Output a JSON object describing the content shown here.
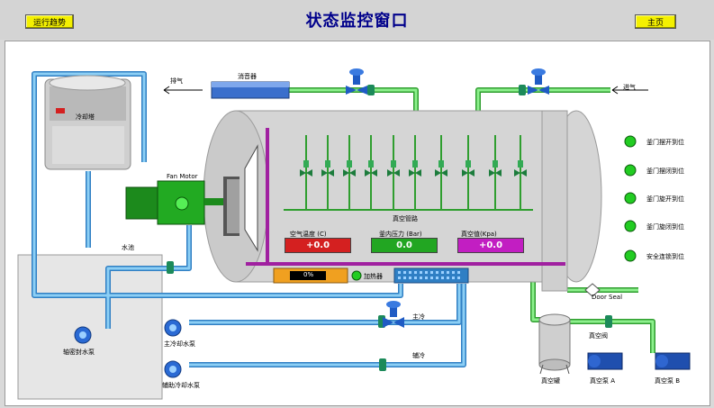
{
  "header": {
    "title": "状态监控窗口",
    "left_button": "运行趋势",
    "right_button": "主页"
  },
  "equipment": {
    "cooling_tower": "冷却塔",
    "exhaust": "排气",
    "muffler": "消音器",
    "air_in": "进气",
    "fan_motor": "Fan Motor",
    "water_pool": "水池",
    "vacuum_pipe": "真空管路",
    "heater": "加热器",
    "door_seal": "Door Seal",
    "main_cooling": "主冷",
    "aux_cooling": "辅冷",
    "vacuum_valve": "真空阀",
    "vacuum_tank": "真空罐",
    "pump_a": "真空泵 A",
    "pump_b": "真空泵 B",
    "shaft_seal_pump": "轴密封水泵",
    "main_cooling_pump": "主冷却水泵",
    "aux_cooling_pump": "辅助冷却水泵"
  },
  "readings": {
    "air_temp": {
      "label": "空气温度 (C)",
      "value": "+0.0",
      "color": "#d42020"
    },
    "pressure": {
      "label": "釜内压力 (Bar)",
      "value": "0.0",
      "color": "#22a622"
    },
    "vacuum": {
      "label": "真空值(Kpa)",
      "value": "+0.0",
      "color": "#c21ec2"
    },
    "heater_pct": "0%"
  },
  "status_indicators": [
    {
      "label": "釜门摆开到位"
    },
    {
      "label": "釜门摆闭到位"
    },
    {
      "label": "釜门旋开到位"
    },
    {
      "label": "釜门旋闭到位"
    },
    {
      "label": "安全连锁到位"
    }
  ],
  "colors": {
    "pipe_blue": "#3aa0e6",
    "pipe_green": "#5fd85f",
    "indicator_green": "#22cc22",
    "purple": "#a020a0",
    "vessel": "#d8d8d8"
  }
}
